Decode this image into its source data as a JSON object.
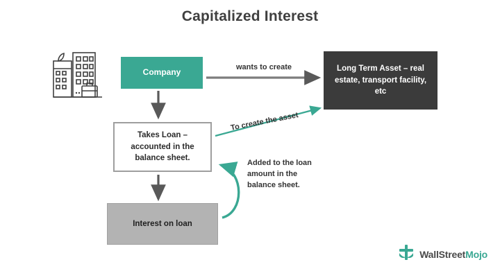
{
  "title": "Capitalized Interest",
  "nodes": {
    "company": "Company",
    "long_term_asset": "Long Term Asset – real estate, transport facility, etc",
    "takes_loan": "Takes Loan – accounted in the balance sheet.",
    "interest_on_loan": "Interest on loan"
  },
  "edges": {
    "wants_to_create": "wants to create",
    "to_create_the_asset": "To create the asset",
    "added_to_loan": "Added to the loan amount in the balance sheet."
  },
  "brand": {
    "name_part1": "WallStreet",
    "name_part2": "Mojo"
  },
  "colors": {
    "teal": "#3aa893",
    "dark": "#3b3b3b",
    "gray_box": "#b3b3b3",
    "gray_border": "#9e9e9e",
    "arrow_gray": "#595959",
    "title_text": "#3f3f3f"
  },
  "icons": {
    "building": "office-building-icon",
    "logo": "wallstreetmojo-logo-icon"
  }
}
